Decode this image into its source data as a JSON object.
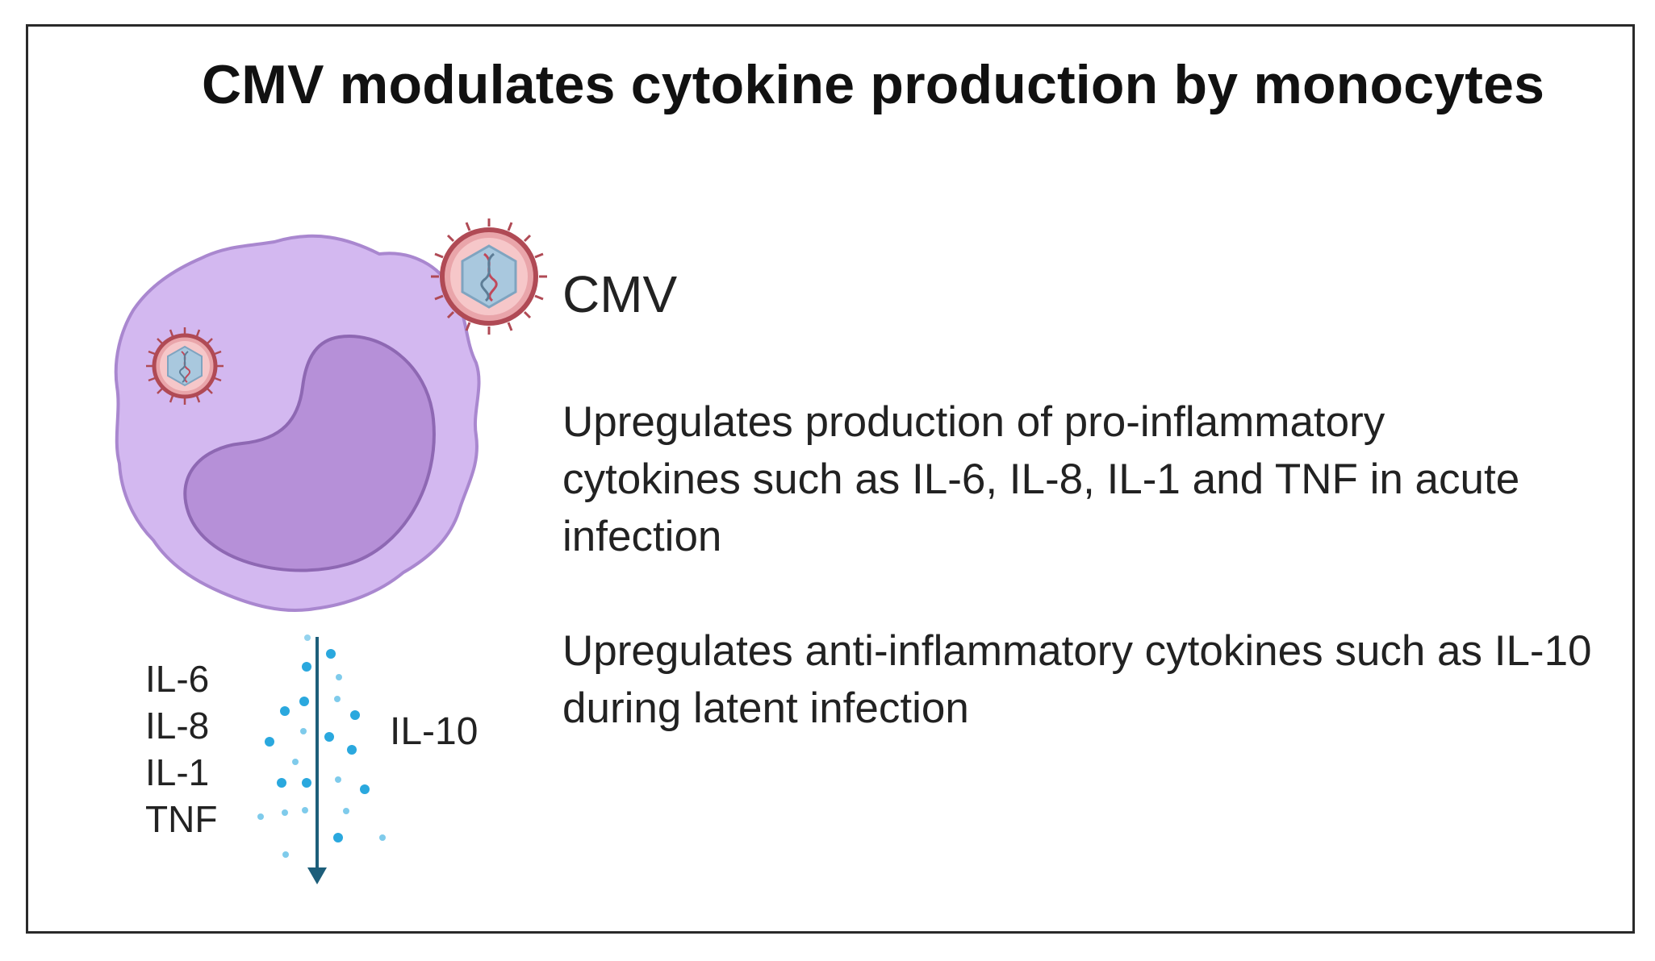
{
  "title": "CMV modulates cytokine production by monocytes",
  "virus_label": "CMV",
  "descriptions": [
    "Upregulates production of pro-inflammatory cytokines such as IL-6, IL-8, IL-1 and TNF in acute infection",
    "Upregulates anti-inflammatory cytokines such as IL-10 during latent infection"
  ],
  "pro_inflammatory_cytokines": [
    "IL-6",
    "IL-8",
    "IL-1",
    "TNF"
  ],
  "anti_inflammatory_cytokine": "IL-10",
  "icons": {
    "cell": "monocyte-icon",
    "nucleus": "nucleus-icon",
    "virus": "cmv-virus-icon",
    "arrow": "secretion-arrow-icon"
  },
  "colors": {
    "frame": "#2a2a2a",
    "cell_fill": "#d3b8f0",
    "cell_stroke": "#a987cf",
    "nucleus_fill": "#b690d8",
    "nucleus_stroke": "#8e68b3",
    "virus_ring": "#b04a55",
    "virus_inner": "#f6c7c9",
    "capsid": "#a9c8de",
    "cytokine_dot": "#2aa8de",
    "arrow": "#1d5e7a"
  }
}
